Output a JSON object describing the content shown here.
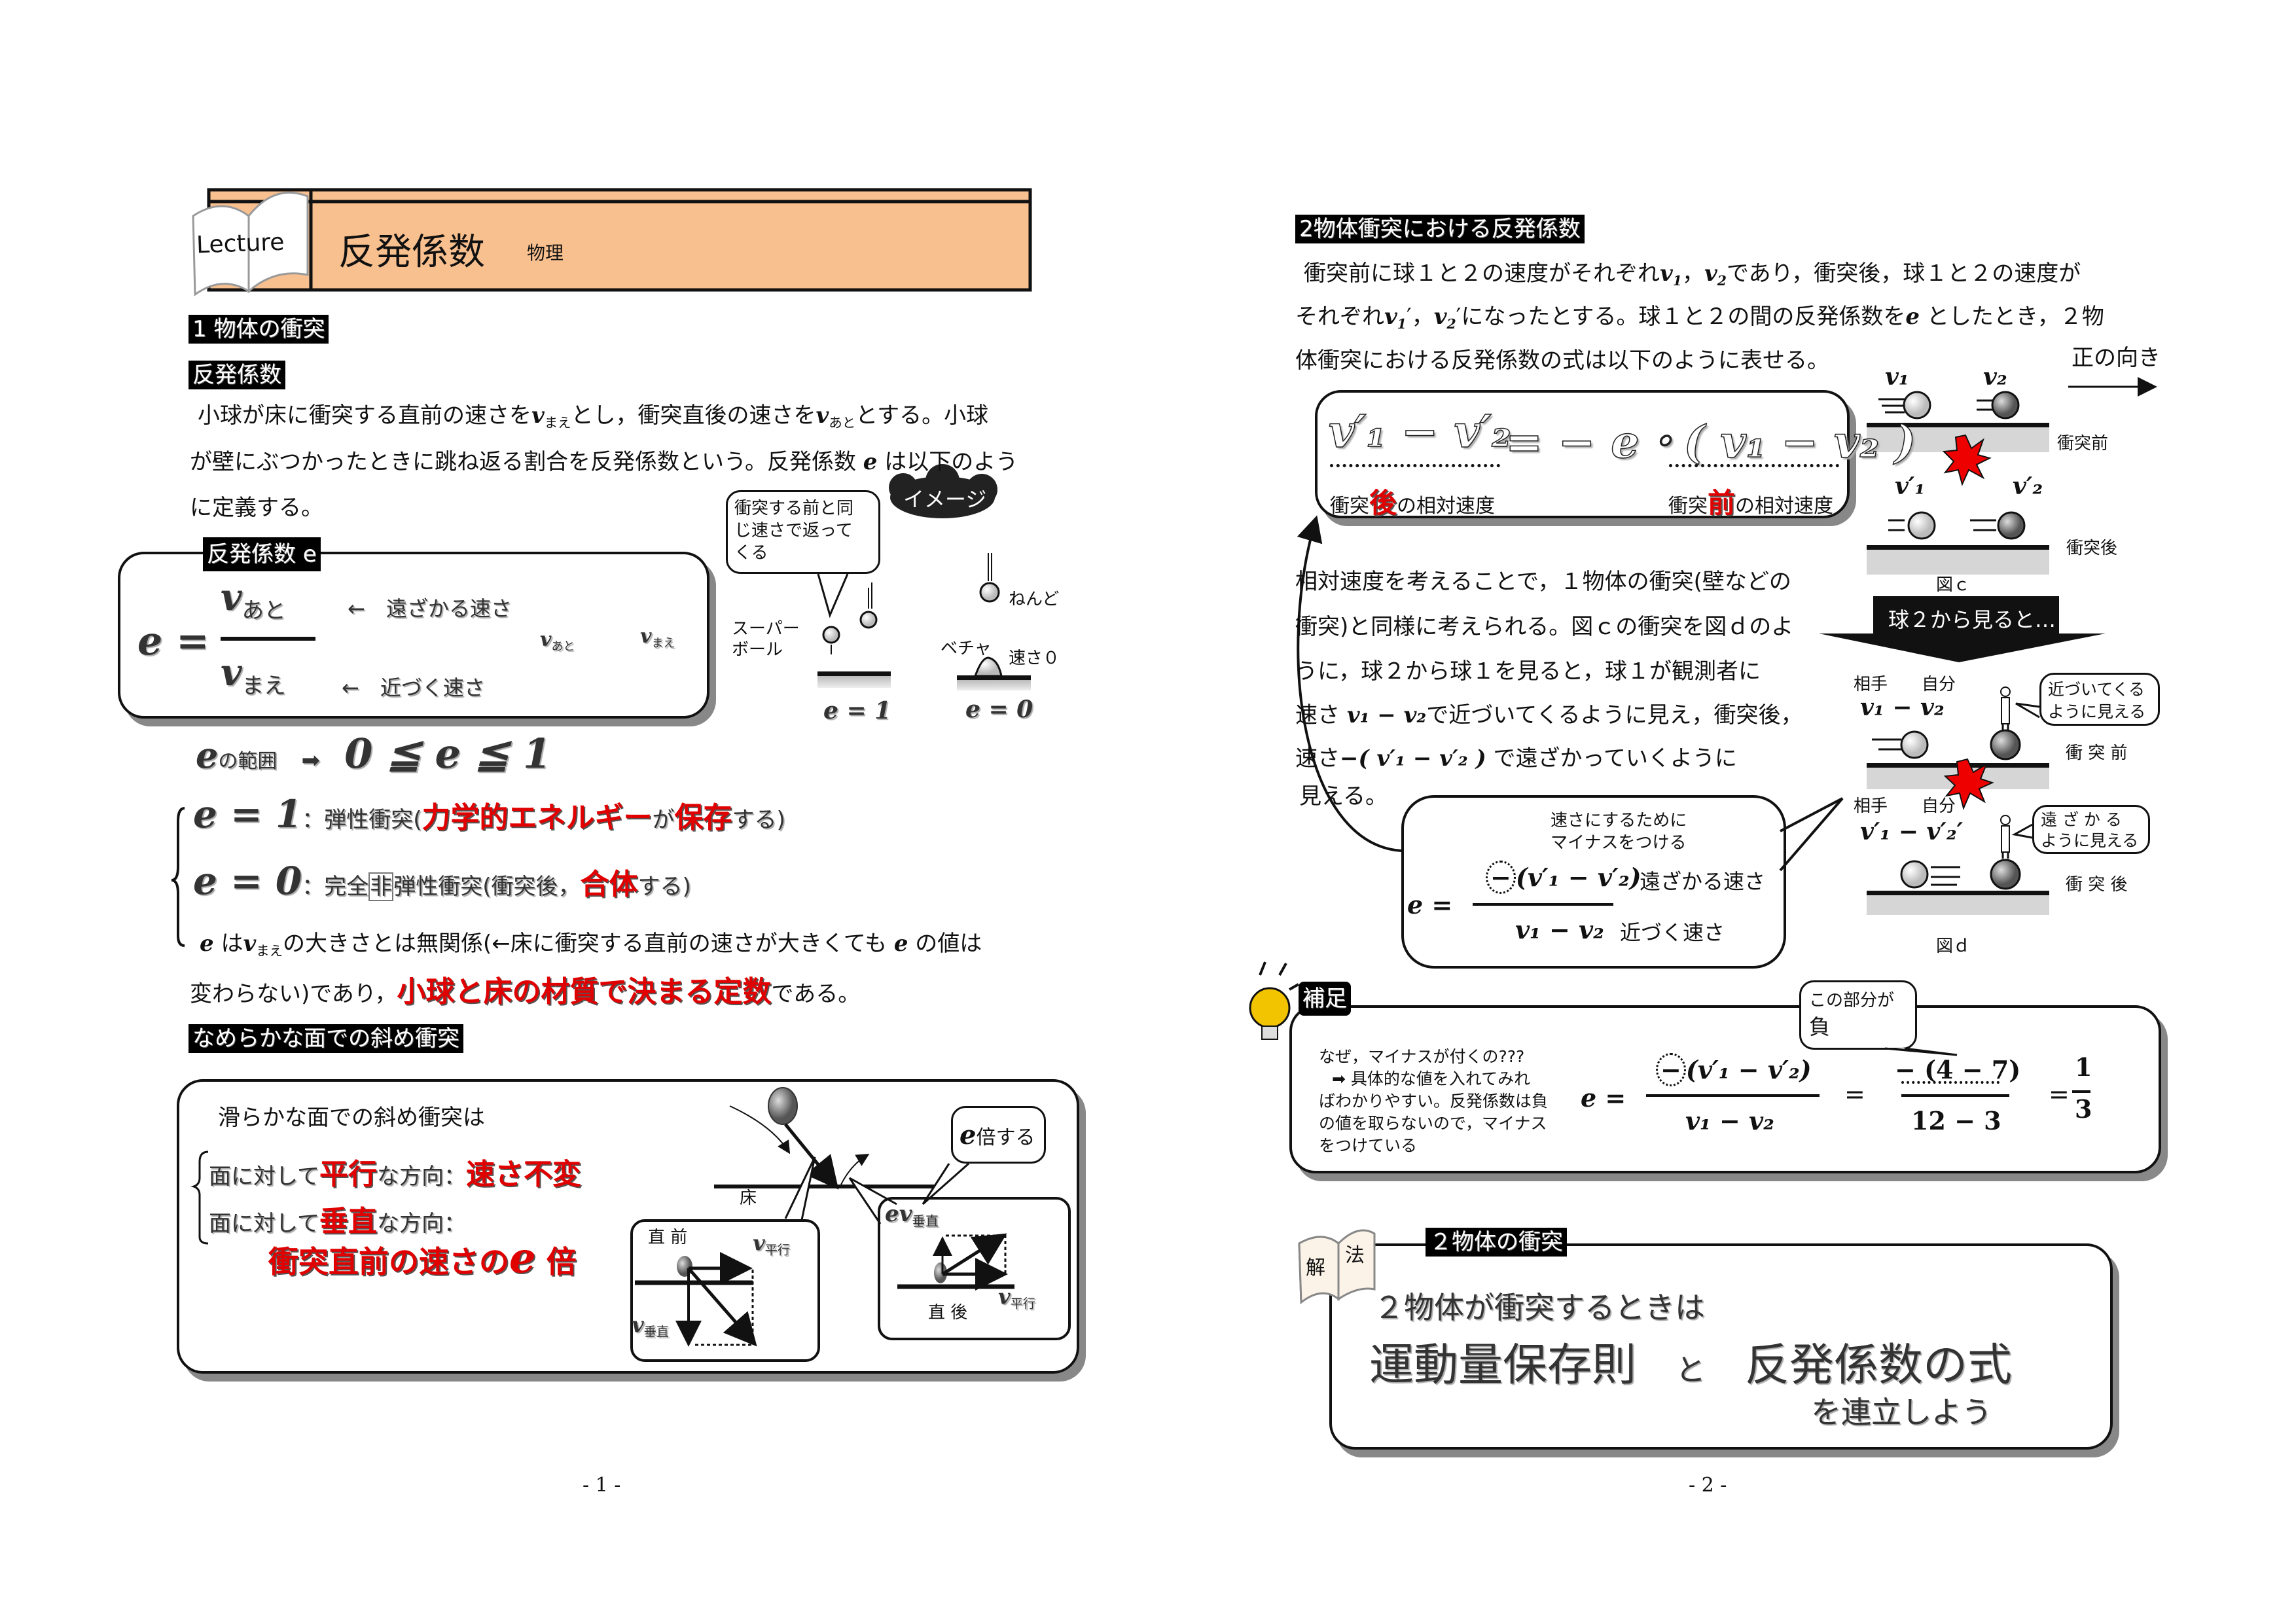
{
  "page1": {
    "header": {
      "badge": "Lecture",
      "title": "反発係数",
      "subject": "物理",
      "accent": "#F9C08F"
    },
    "section_label": "1 物体の衝突",
    "sub_label": "反発係数",
    "intro": {
      "l1a": "小球が床に衝突する直前の速さを",
      "v": "v",
      "mae": "まえ",
      "l1b": "とし，衝突直後の速さを",
      "ato": "あと",
      "l1c": "とする。小球",
      "l2": "が壁にぶつかったときに跳ね返る割合を反発係数という。反発係数",
      "e": "e",
      "l2b": "は以下のよう",
      "l3": "に定義する。"
    },
    "def_box": {
      "label": "反発係数 e",
      "e_eq": "e =",
      "num_v": "v",
      "num_sub": "あと",
      "den_v": "v",
      "den_sub": "まえ",
      "num_note": "←　遠ざかる速さ",
      "den_note": "←　近づく速さ",
      "fig_ato": "あと",
      "fig_mae": "まえ",
      "fig_v": "v"
    },
    "image": {
      "cloud": "イメージ",
      "bubble": [
        "衝突する前と同",
        "じ速さで返って",
        "くる"
      ],
      "superball": [
        "スーパー",
        "ボール"
      ],
      "clay": "ねんど",
      "splat": "ベチャ",
      "speed0": "速さ０",
      "e1": "e = 1",
      "e0": "e = 0"
    },
    "range": {
      "label_e": "e",
      "label": "の範囲",
      "arrow": "➡",
      "expr": "0 ≦ e ≦ 1"
    },
    "cases": [
      {
        "eq": "e = 1",
        "desc_a": "：弾性衝突(",
        "red1": "力学的エネルギー",
        "mid": "が",
        "red2": "保存",
        "desc_b": "する)"
      },
      {
        "eq": "e = 0",
        "desc_a": "：完全",
        "boxed": "非",
        "desc_mid": "弾性衝突(衝突後，",
        "red1": "合体",
        "desc_b": "する)"
      }
    ],
    "note": {
      "e": "e",
      "a": "は",
      "v": "v",
      "mae": "まえ",
      "b": "の大きさとは無関係(←床に衝突する直前の速さが大きくても",
      "c": "の値は",
      "l2a": "変わらない)であり，",
      "red": "小球と床の材質で決まる定数",
      "l2b": "である。"
    },
    "oblique_label": "なめらかな面での斜め衝突",
    "oblique": {
      "intro": "滑らかな面での斜め衝突は",
      "row1a": "面に対して",
      "row1red": "平行",
      "row1b": "な方向：",
      "row1res": "速さ不変",
      "row2a": "面に対して",
      "row2red": "垂直",
      "row2b": "な方向：",
      "row3": "衝突直前の速さの",
      "row3e": "e",
      "row3b": "倍",
      "floor": "床",
      "before": "直 前",
      "after": "直 後",
      "v_par": "v",
      "par": "平行",
      "v_perp": "v",
      "perp": "垂直",
      "ev": "ev",
      "bubble_e": "e",
      "bubble_t": "倍する"
    },
    "page_number": "- 1 -"
  },
  "page2": {
    "section_label": "2物体衝突における反発係数",
    "intro": {
      "l1a": "衝突前に球１と２の速度がそれぞれ",
      "v1": "v",
      "s1": "1",
      "comma": "，",
      "s2": "2",
      "l1b": "であり，衝突後，球１と２の速度が",
      "l2a": "それぞれ",
      "l2b": "になったとする。球１と２の間の反発係数を",
      "e": "e",
      "l2c": "としたとき，２物",
      "l3": "体衝突における反発係数の式は以下のように表せる。"
    },
    "positive_dir": "正の向き",
    "formula": {
      "lhs": "v′₁ − v′₂",
      "rhs": "= − e・( v₁ − v₂ )",
      "after_a": "衝突",
      "after_red": "後",
      "after_b": "の相対速度",
      "before_a": "衝突",
      "before_red": "前",
      "before_b": "の相対速度"
    },
    "fig_c": {
      "v1": "v₁",
      "v2": "v₂",
      "v1p": "v′₁",
      "v2p": "v′₂",
      "before": "衝突前",
      "after": "衝突後",
      "caption": "図ｃ"
    },
    "explain": [
      "相対速度を考えることで，１物体の衝突(壁などの",
      "衝突)と同様に考えられる。図ｃの衝突を図ｄのよ",
      "うに，球２から球１を見ると，球１が観測者に"
    ],
    "explain4": {
      "a": "速さ",
      "m": "v₁ − v₂",
      "b": "で近づいてくるように見え，衝突後，"
    },
    "explain5": {
      "a": "速さ",
      "m": "−( v′₁ − v′₂ )",
      "b": "で遠ざかっていくように"
    },
    "explain6": "見える。",
    "big_arrow": "球２から見ると…",
    "fig_d": {
      "opp": "相手",
      "self": "自分",
      "rel_before": "v₁ − v₂",
      "rel_after": "v′₁ − v′₂′",
      "bubble1": [
        "近づいてくる",
        "ように見える"
      ],
      "bubble2": [
        "遠 ざ か る",
        "ように見える"
      ],
      "before": "衝 突 前",
      "after": "衝 突 後",
      "caption": "図ｄ"
    },
    "callout": {
      "note": [
        "速さにするために",
        "マイナスをつける"
      ],
      "e_eq": "e =",
      "minus": "−",
      "num": "(v′₁ − v′₂)",
      "num_note": "遠ざかる速さ",
      "den": "v₁ − v₂",
      "den_note": "近づく速さ"
    },
    "supplement": {
      "label": "補足",
      "text": [
        "なぜ，マイナスが付くの???",
        "➡ 具体的な値を入れてみれ",
        "ばわかりやすい。反発係数は負",
        "の値を取らないので，マイナス",
        "をつけている"
      ],
      "e_eq": "e =",
      "minus": "−",
      "num1": "(v′₁ − v′₂)",
      "den1": "v₁ − v₂",
      "eq": "=",
      "num2": "− (4 − 7)",
      "den2": "12 − 3",
      "eq2": "=",
      "res_num": "1",
      "res_den": "3",
      "bubble": [
        "この部分が",
        "負"
      ]
    },
    "method": {
      "badge_a": "解",
      "badge_b": "法",
      "label": "２物体の衝突",
      "l1": "２物体が衝突するときは",
      "l2a": "運動量保存則",
      "l2and": "と",
      "l2b": "反発係数の式",
      "l3": "を連立しよう"
    },
    "page_number": "- 2 -"
  }
}
